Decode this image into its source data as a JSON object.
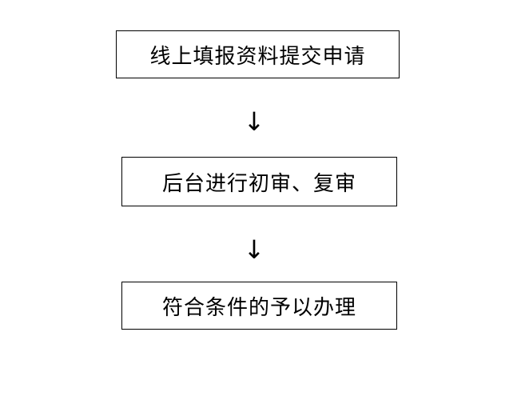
{
  "diagram": {
    "title": "online-application-flowchart",
    "steps": [
      {
        "label": "线上填报资料提交申请"
      },
      {
        "label": "后台进行初审、复审"
      },
      {
        "label": "符合条件的予以办理"
      }
    ],
    "arrow_glyph": "↓",
    "colors": {
      "background": "#ffffff",
      "border": "#000000",
      "text": "#000000"
    }
  }
}
